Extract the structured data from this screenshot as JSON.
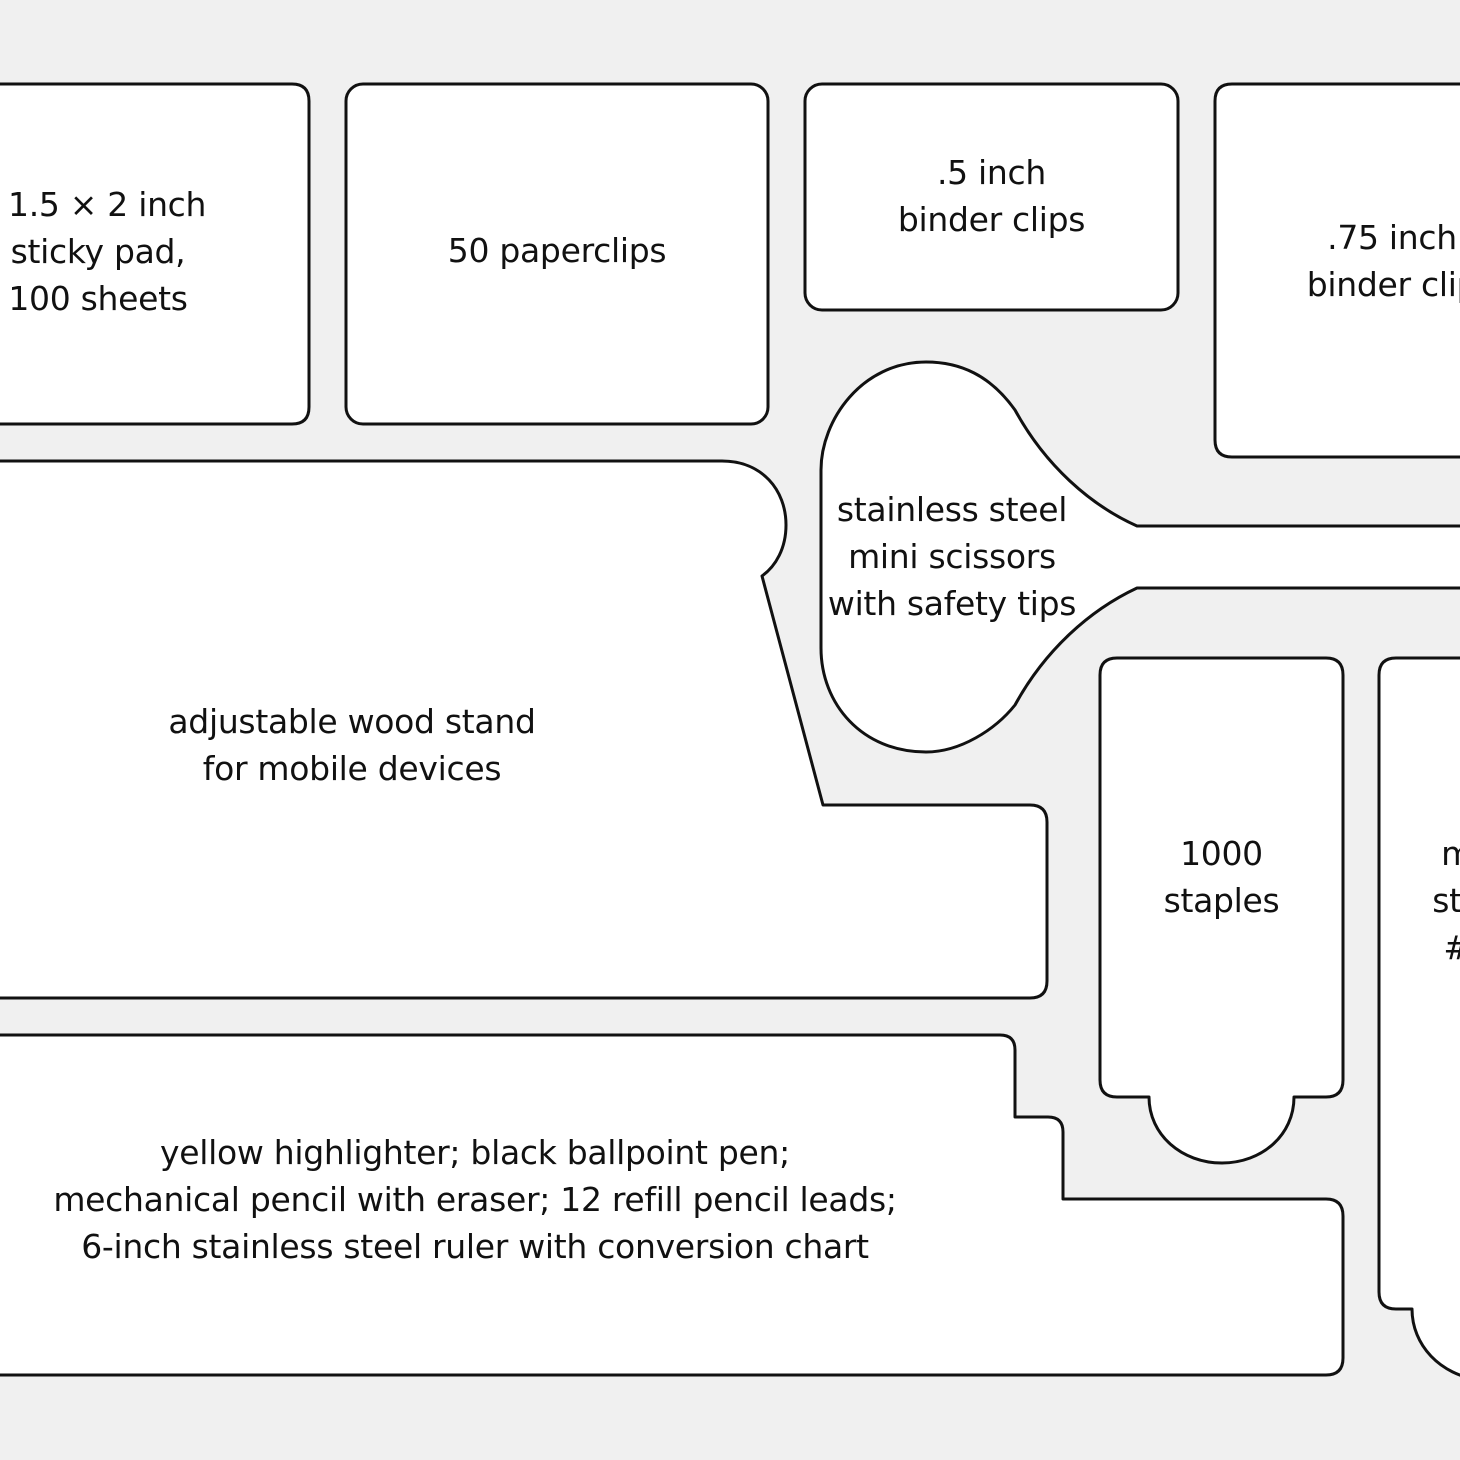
{
  "colors": {
    "background": "#f0f0f0",
    "compartment_fill": "#ffffff",
    "outline": "#111111",
    "text": "#111111"
  },
  "compartments": {
    "sticky_pad": "1.5 × 2 inch\nsticky pad,\n100 sheets",
    "paperclips": "50 paperclips",
    "binder_clips_half": ".5 inch\nbinder clips",
    "binder_clips_three_quarter": ".75 inch\nbinder clip",
    "scissors": "stainless steel\nmini scissors\nwith safety tips",
    "wood_stand": "adjustable wood stand\nfor mobile devices",
    "staples": "1000\nstaples",
    "partial_right": "m\nsta\n#",
    "pens": "yellow highlighter; black ballpoint pen;\nmechanical pencil with eraser; 12 refill pencil leads;\n6-inch stainless steel ruler with conversion chart"
  }
}
